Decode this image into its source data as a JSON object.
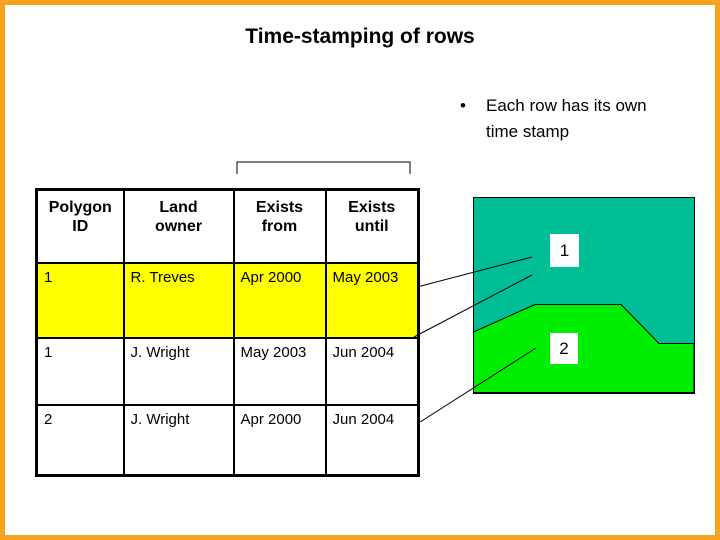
{
  "slide": {
    "title": "Time-stamping of rows",
    "bullet": {
      "marker": "•",
      "text": "Each row has its own time stamp"
    }
  },
  "table": {
    "headers": [
      {
        "line1": "Polygon",
        "line2": "ID"
      },
      {
        "line1": "Land",
        "line2": "owner"
      },
      {
        "line1": "Exists",
        "line2": "from"
      },
      {
        "line1": "Exists",
        "line2": "until"
      }
    ],
    "rows": [
      {
        "polygon_id": "1",
        "land_owner": "R. Treves",
        "exists_from": "Apr 2000",
        "exists_until": "May 2003",
        "highlighted": true
      },
      {
        "polygon_id": "1",
        "land_owner": "J. Wright",
        "exists_from": "May 2003",
        "exists_until": "Jun 2004",
        "highlighted": false
      },
      {
        "polygon_id": "2",
        "land_owner": "J. Wright",
        "exists_from": "Apr 2000",
        "exists_until": "Jun 2004",
        "highlighted": false
      }
    ]
  },
  "diagram": {
    "region_labels": [
      "1",
      "2"
    ],
    "colors": {
      "region1_fill": "#00BE96",
      "region2_fill": "#00EE00",
      "outline": "#000000"
    }
  },
  "colors": {
    "slide_border": "#F5A21F",
    "highlight_row": "#FFFF00",
    "text": "#000000"
  }
}
